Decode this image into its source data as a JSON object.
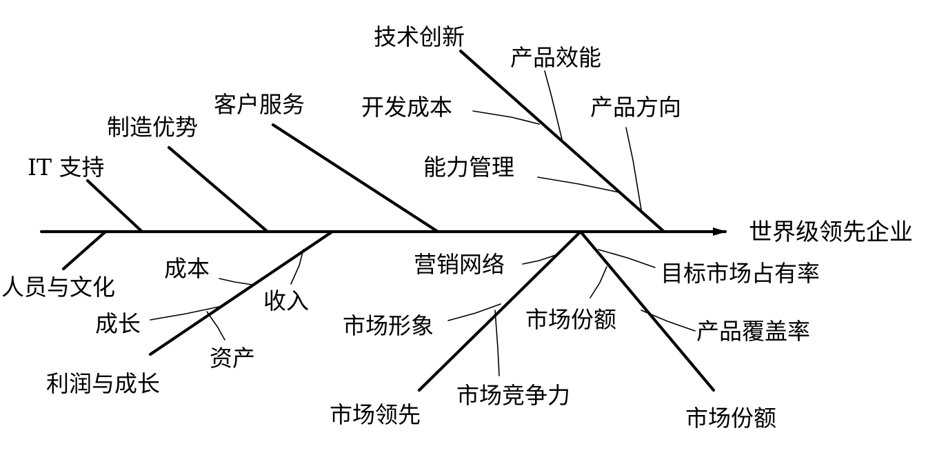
{
  "effect": "世界级领先企业",
  "upper_categories": {
    "it_support": "IT 支持",
    "manufacturing_advantage": "制造优势",
    "customer_service": "客户服务",
    "tech_innovation": {
      "label": "技术创新",
      "causes": {
        "product_efficiency": "产品效能",
        "development_cost": "开发成本",
        "product_direction": "产品方向",
        "capability_mgmt": "能力管理"
      }
    }
  },
  "lower_categories": {
    "people_culture": "人员与文化",
    "profit_growth": {
      "label": "利润与成长",
      "causes": {
        "cost": "成本",
        "revenue": "收入",
        "growth": "成长",
        "assets": "资产"
      }
    },
    "market_leader": {
      "label": "市场领先",
      "causes": {
        "marketing_network": "营销网络",
        "market_image": "市场形象",
        "market_competitiveness": "市场竞争力"
      }
    },
    "market_share": {
      "label": "市场份额",
      "causes": {
        "target_market_share": "目标市场占有率",
        "market_share_sub": "市场份额",
        "product_coverage": "产品覆盖率"
      }
    }
  }
}
